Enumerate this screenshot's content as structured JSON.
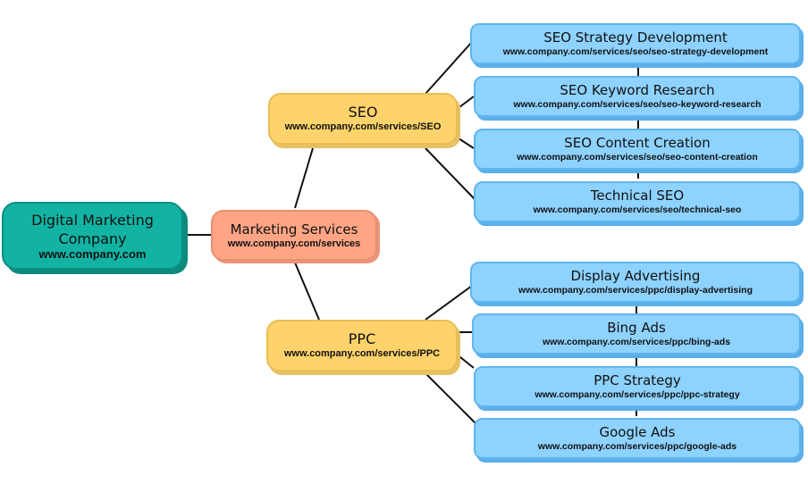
{
  "root": {
    "title": "Digital Marketing Company",
    "url": "www.company.com"
  },
  "hub": {
    "title": "Marketing Services",
    "url": "www.company.com/services"
  },
  "seo": {
    "title": "SEO",
    "url": "www.company.com/services/SEO",
    "children": [
      {
        "title": "SEO Strategy Development",
        "url": "www.company.com/services/seo/seo-strategy-development"
      },
      {
        "title": "SEO Keyword Research",
        "url": "www.company.com/services/seo/seo-keyword-research"
      },
      {
        "title": "SEO Content Creation",
        "url": "www.company.com/services/seo/seo-content-creation"
      },
      {
        "title": "Technical SEO",
        "url": "www.company.com/services/seo/technical-seo"
      }
    ]
  },
  "ppc": {
    "title": "PPC",
    "url": "www.company.com/services/PPC",
    "children": [
      {
        "title": "Display Advertising",
        "url": "www.company.com/services/ppc/display-advertising"
      },
      {
        "title": "Bing Ads",
        "url": "www.company.com/services/ppc/bing-ads"
      },
      {
        "title": "PPC Strategy",
        "url": "www.company.com/services/ppc/ppc-strategy"
      },
      {
        "title": "Google Ads",
        "url": "www.company.com/services/ppc/google-ads"
      }
    ]
  },
  "colors": {
    "root": "#12b3a3",
    "hub": "#ffa585",
    "branch": "#ffd36b",
    "leaf": "#8ed2ff",
    "connector": "#111111"
  }
}
